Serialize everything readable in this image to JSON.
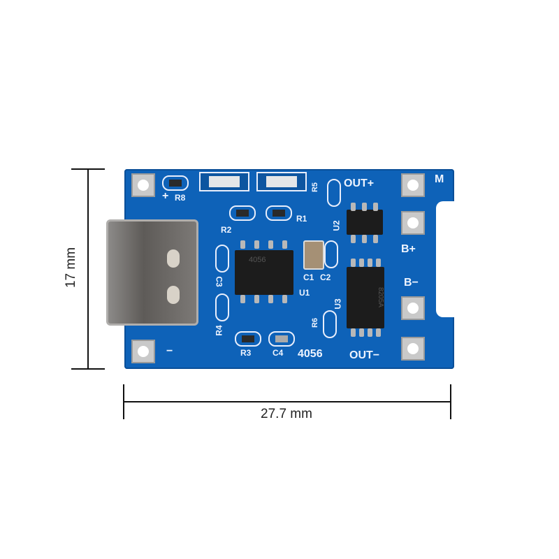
{
  "image": {
    "subject": "TP4056 Li-ion battery charger module with USB Type-C connector",
    "background_color": "#ffffff",
    "pcb_color": "#0e62b8"
  },
  "dimensions": {
    "height_label": "17 mm",
    "width_label": "27.7 mm"
  },
  "pcb_silkscreen": {
    "plus": "+",
    "minus": "−",
    "r8": "R8",
    "r1": "R1",
    "r2": "R2",
    "r3": "R3",
    "r4": "R4",
    "r5": "R5",
    "r6": "R6",
    "c1": "C1",
    "c2": "C2",
    "c3": "C3",
    "c4": "C4",
    "u1": "U1",
    "u2": "U2",
    "u3": "U3",
    "model": "4056",
    "out_plus": "OUT+",
    "out_minus": "OUT−",
    "b_plus": "B+",
    "b_minus": "B−",
    "m": "M"
  },
  "chips": {
    "u1_marking": "4056",
    "u3_marking": "8205A"
  }
}
